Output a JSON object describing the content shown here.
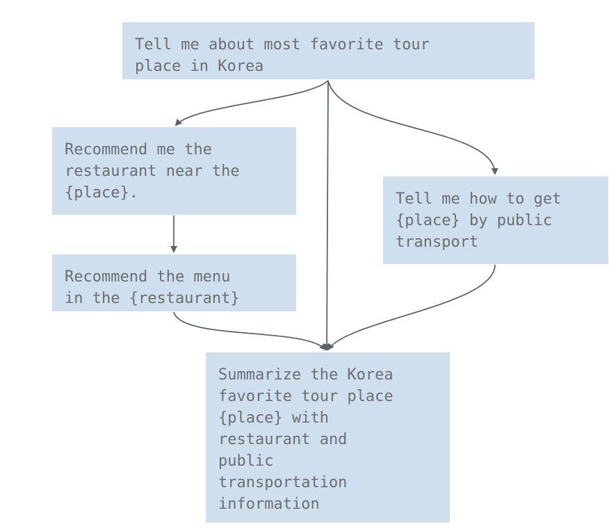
{
  "diagram": {
    "nodes": [
      {
        "id": "n1",
        "text": "Tell me about most favorite tour\nplace in Korea"
      },
      {
        "id": "n2",
        "text": "Recommend me the\nrestaurant near the\n{place}."
      },
      {
        "id": "n3",
        "text": "Recommend the menu\nin the {restaurant}"
      },
      {
        "id": "n4",
        "text": "Tell me how to get\n{place} by public\ntransport"
      },
      {
        "id": "n5",
        "text": "Summarize the Korea\nfavorite tour place\n{place} with\nrestaurant and\npublic\ntransportation\ninformation"
      }
    ],
    "edges": [
      {
        "from": "n1",
        "to": "n2"
      },
      {
        "from": "n1",
        "to": "n4"
      },
      {
        "from": "n1",
        "to": "n5"
      },
      {
        "from": "n2",
        "to": "n3"
      },
      {
        "from": "n3",
        "to": "n5"
      },
      {
        "from": "n4",
        "to": "n5"
      }
    ],
    "colors": {
      "node_fill": "#cfdfed",
      "node_text": "#6b6e72",
      "edge": "#5f6368"
    }
  }
}
